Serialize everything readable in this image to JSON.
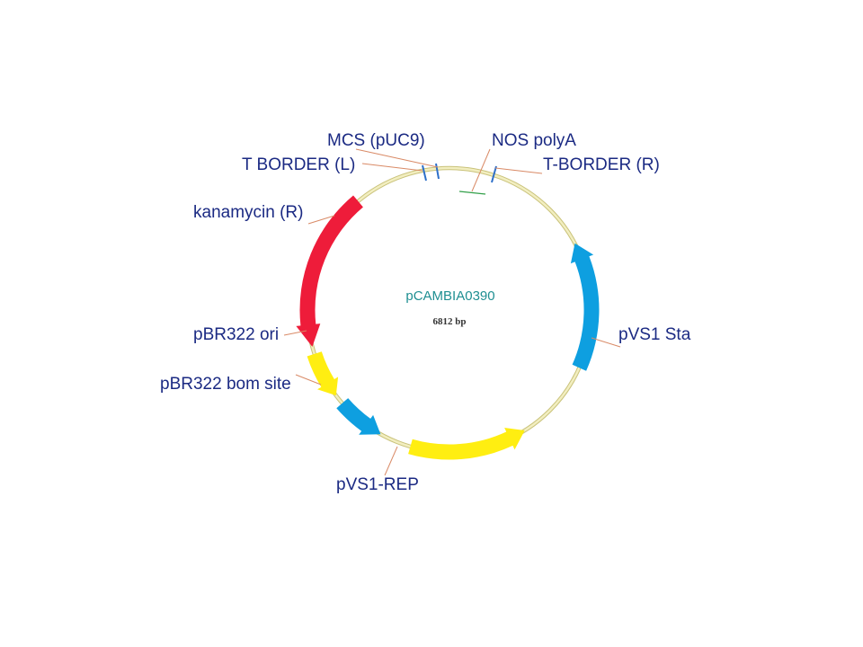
{
  "plasmid": {
    "name": "pCAMBIA0390",
    "size": "6812 bp"
  },
  "colors": {
    "backbone": "#e8e29a",
    "backbone_edge": "#c9c27a",
    "label": "#1b2a83",
    "leader": "#d98a66",
    "center_name": "#1f8f92",
    "kanamycin": "#ee1c3a",
    "ori": "#ffee11",
    "bom": "#0e9fe0",
    "rep": "#ffee11",
    "sta": "#0e9fe0",
    "site_tick": "#2d6fc9",
    "polya_tick": "#33a04a"
  },
  "features": {
    "t_border_l": "T BORDER (L)",
    "mcs": "MCS (pUC9)",
    "nos_polya": "NOS polyA",
    "t_border_r": "T-BORDER (R)",
    "kanamycin": "kanamycin (R)",
    "pbr322_ori": "pBR322 ori",
    "pbr322_bom": "pBR322 bom site",
    "pvs1_rep": "pVS1-REP",
    "pvs1_sta": "pVS1 Sta"
  }
}
